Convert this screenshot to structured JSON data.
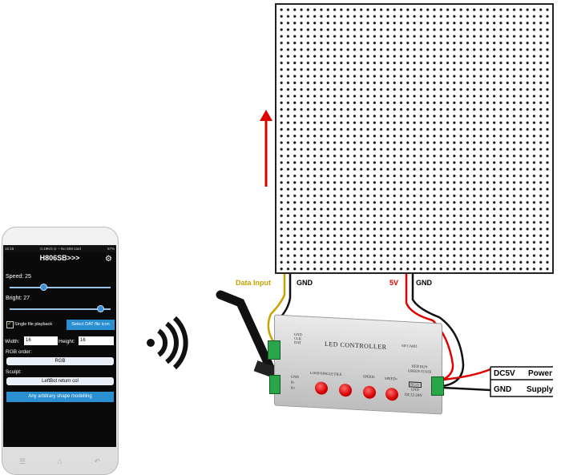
{
  "phone": {
    "status_left": "15:16",
    "status_mid": "0.19K/s ⊙ ◔ No SIM card",
    "status_right": "67%",
    "app_title": "H806SB>>>",
    "speed_label": "Speed:",
    "speed_value": "25",
    "speed_level": 0.33,
    "bright_label": "Bright:",
    "bright_value": "27",
    "bright_level": 0.9,
    "single_file_label": "Single file playback",
    "single_file_checked": true,
    "select_dat_button": "Select DAT file icon",
    "width_label": "Width:",
    "width_value": "16",
    "height_label": "Height:",
    "height_value": "16",
    "rgb_order_label": "RGB order:",
    "rgb_order_value": "RGB",
    "sculpt_label": "Sculpt:",
    "sculpt_value": "LeftBot return col",
    "shape_button": "Any arbitrary shape modelling",
    "nav_icons": [
      "menu-icon",
      "home-icon",
      "back-icon"
    ]
  },
  "wiring": {
    "data_input_label": "Data Input",
    "gnd_label_1": "GND",
    "v5_label": "5V",
    "gnd_label_2": "GND",
    "dc5v_label": "DC5V",
    "power_label": "Power",
    "gnd_label_3": "GND",
    "supply_label": "Supply"
  },
  "controller": {
    "title": "LED CONTROLLER",
    "sd_card": "SD CARD",
    "term_top": [
      "GND",
      "CLK",
      "DAT"
    ],
    "term_left": [
      "GND",
      "D-",
      "D+"
    ],
    "status_leds": [
      "RED RUN",
      "GREEN STATE"
    ],
    "buttons": [
      "LOOP/SINGLE FILE",
      "SPEED-",
      "SPEED+"
    ],
    "power_spec_top": "DC5V",
    "power_spec_gnd": "GND",
    "power_spec": "DC12-24V"
  },
  "colors": {
    "data_wire": "#c8a200",
    "power_wire": "#e00000",
    "arrow": "#e00000",
    "app_button": "#2a8fd0"
  }
}
